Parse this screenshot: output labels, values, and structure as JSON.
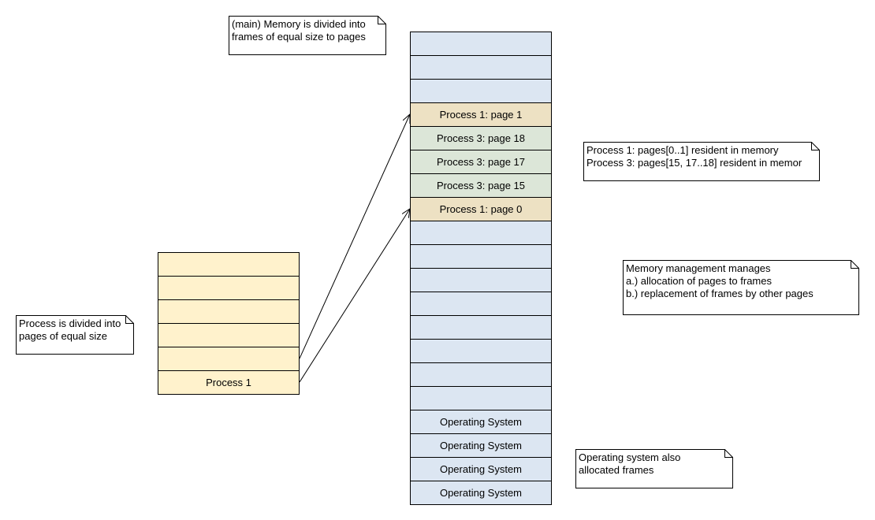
{
  "notes": {
    "main_memory": [
      "(main) Memory is divided into",
      "frames of equal size to pages"
    ],
    "resident": [
      "Process 1: pages[0..1] resident in memory",
      "Process 3: pages[15, 17..18] resident in memor"
    ],
    "memory_management": [
      "Memory management manages",
      "a.) allocation of pages to frames",
      "b.) replacement of frames by other pages"
    ],
    "process_divided": [
      "Process is divided into",
      "pages of equal size"
    ],
    "os_frames": [
      "Operating system also",
      "allocated frames"
    ]
  },
  "memory_frames": [
    {
      "label": "",
      "kind": "free"
    },
    {
      "label": "",
      "kind": "free"
    },
    {
      "label": "",
      "kind": "free"
    },
    {
      "label": "Process 1: page 1",
      "kind": "process1"
    },
    {
      "label": "Process 3: page 18",
      "kind": "process3"
    },
    {
      "label": "Process 3: page 17",
      "kind": "process3"
    },
    {
      "label": "Process 3: page 15",
      "kind": "process3"
    },
    {
      "label": "Process 1: page 0",
      "kind": "process1"
    },
    {
      "label": "",
      "kind": "free"
    },
    {
      "label": "",
      "kind": "free"
    },
    {
      "label": "",
      "kind": "free"
    },
    {
      "label": "",
      "kind": "free"
    },
    {
      "label": "",
      "kind": "free"
    },
    {
      "label": "",
      "kind": "free"
    },
    {
      "label": "",
      "kind": "free"
    },
    {
      "label": "",
      "kind": "free"
    },
    {
      "label": "Operating System",
      "kind": "os"
    },
    {
      "label": "Operating System",
      "kind": "os"
    },
    {
      "label": "Operating System",
      "kind": "os"
    },
    {
      "label": "Operating System",
      "kind": "os"
    }
  ],
  "process_pages": [
    {
      "label": ""
    },
    {
      "label": ""
    },
    {
      "label": ""
    },
    {
      "label": ""
    },
    {
      "label": ""
    },
    {
      "label": "Process 1"
    }
  ],
  "colors": {
    "frame_free": "#dce6f2",
    "frame_process1": "#ede1c3",
    "frame_process3": "#dce6d8",
    "process_page": "#fff2cc"
  },
  "arrows": [
    {
      "from_process_page": 4,
      "to_memory_frame": 3
    },
    {
      "from_process_page": 5,
      "to_memory_frame": 7
    }
  ]
}
